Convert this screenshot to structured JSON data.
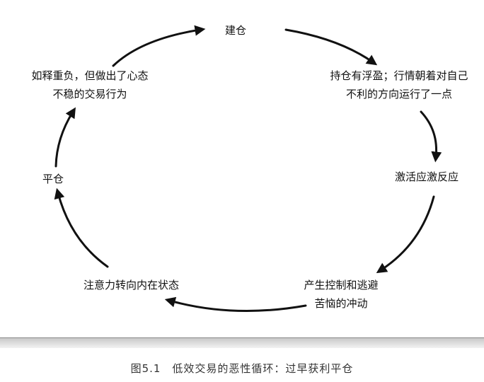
{
  "nodes": {
    "build": "建仓",
    "float_line1": "持仓有浮盈；行情朝着对自己",
    "float_line2": "不利的方向运行了一点",
    "react": "激活应激反应",
    "impulse_line1": "产生控制和逃避",
    "impulse_line2": "苦恼的冲动",
    "inner": "注意力转向内在状态",
    "close": "平仓",
    "relief_line1": "如释重负，但做出了心态",
    "relief_line2": "不稳的交易行为"
  },
  "caption": "图5.1　低效交易的恶性循环：过早获利平仓",
  "colors": {
    "arrow": "#111111",
    "band": "#c9c9c9",
    "caption": "#333333"
  }
}
